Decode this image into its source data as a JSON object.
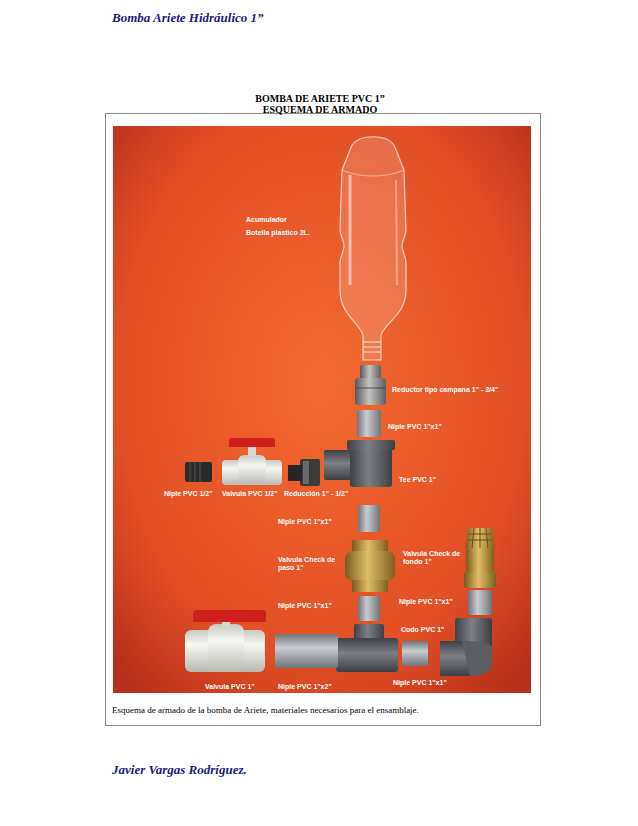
{
  "diagram": {
    "title": "BOMBA DE ARIETE PVC 1” ESQUEMA DE ARMADO",
    "caption": "Esquema de armado de la bomba de Ariete, materiales necesarios para el ensamblaje.",
    "labels": [
      "Bomba Ariete Hidráulico 1”",
      "Acumulador",
      "Botella plastico 2L.",
      "Reductor tipo campana 1\" - 3/4\"",
      "Niple PVC 1\"x1\"",
      "Tee PVC 1\"",
      "Niple PVC 1/2\"",
      "Valvula PVC 1/2\"",
      "Reducción 1\" - 1/2\"",
      "Niple PVC 1\"x1\"",
      "Valvula Check de paso 1\"",
      "Valvula Check de fondo 1\"",
      "Niple PVC 1\"x1\"",
      "Niple PVC 1\"x1\"",
      "Codo PVC 1\"",
      "Valvula PVC 1\"",
      "Niple PVC 1\"x2\"",
      "Niple PVC 1\"x1\"",
      "Javier Vargas Rodríguez."
    ]
  }
}
